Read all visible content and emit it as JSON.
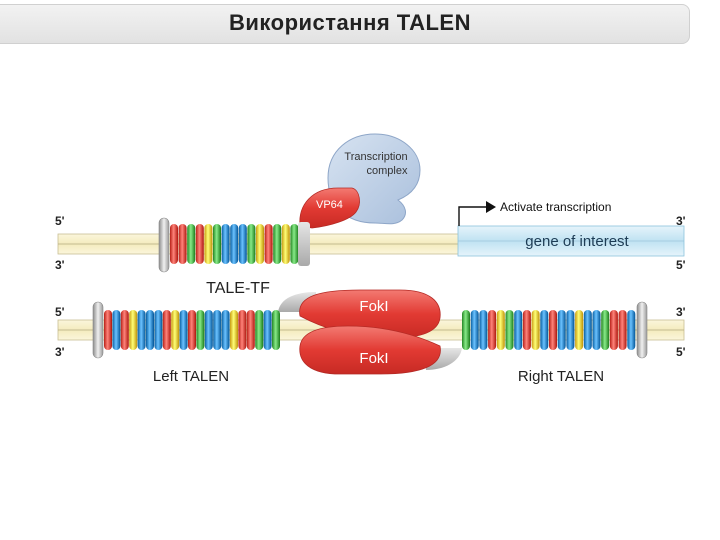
{
  "title": "Використання TALEN",
  "colors": {
    "dna_backbone": "#f6efc8",
    "dna_border": "#b9b08a",
    "gene_fill": "#cfe9f5",
    "fok_red": "#e8463f",
    "transcription_blue": "#b9cde6",
    "linker_gray": "#bfbfbf",
    "repeat_colors": [
      "#e0483f",
      "#2f86c9",
      "#4cae4c",
      "#f0c43a"
    ]
  },
  "tale_tf": {
    "label": "TALE-TF",
    "vp64_label": "VP64",
    "transcription_complex_line1": "Transcription",
    "transcription_complex_line2": "complex",
    "activate_label": "Activate transcription",
    "gene_label": "gene of interest",
    "top_left_end": "5'",
    "top_right_end": "3'",
    "bottom_left_end": "3'",
    "bottom_right_end": "5'",
    "repeats": [
      0,
      0,
      2,
      0,
      3,
      2,
      1,
      1,
      1,
      2,
      3,
      0,
      2,
      3,
      2
    ]
  },
  "talen": {
    "left_label": "Left TALEN",
    "right_label": "Right TALEN",
    "foki_top": "FokI",
    "foki_bottom": "FokI",
    "top_left_end": "5'",
    "top_right_end": "3'",
    "bottom_left_end": "3'",
    "bottom_right_end": "5'",
    "left_repeats": [
      0,
      1,
      0,
      3,
      1,
      1,
      1,
      0,
      3,
      1,
      0,
      2,
      1,
      1,
      1,
      3,
      0,
      0,
      2,
      1,
      2
    ],
    "right_repeats": [
      2,
      1,
      1,
      0,
      3,
      2,
      1,
      0,
      3,
      1,
      0,
      1,
      1,
      3,
      1,
      1,
      2,
      0,
      0,
      1
    ]
  }
}
